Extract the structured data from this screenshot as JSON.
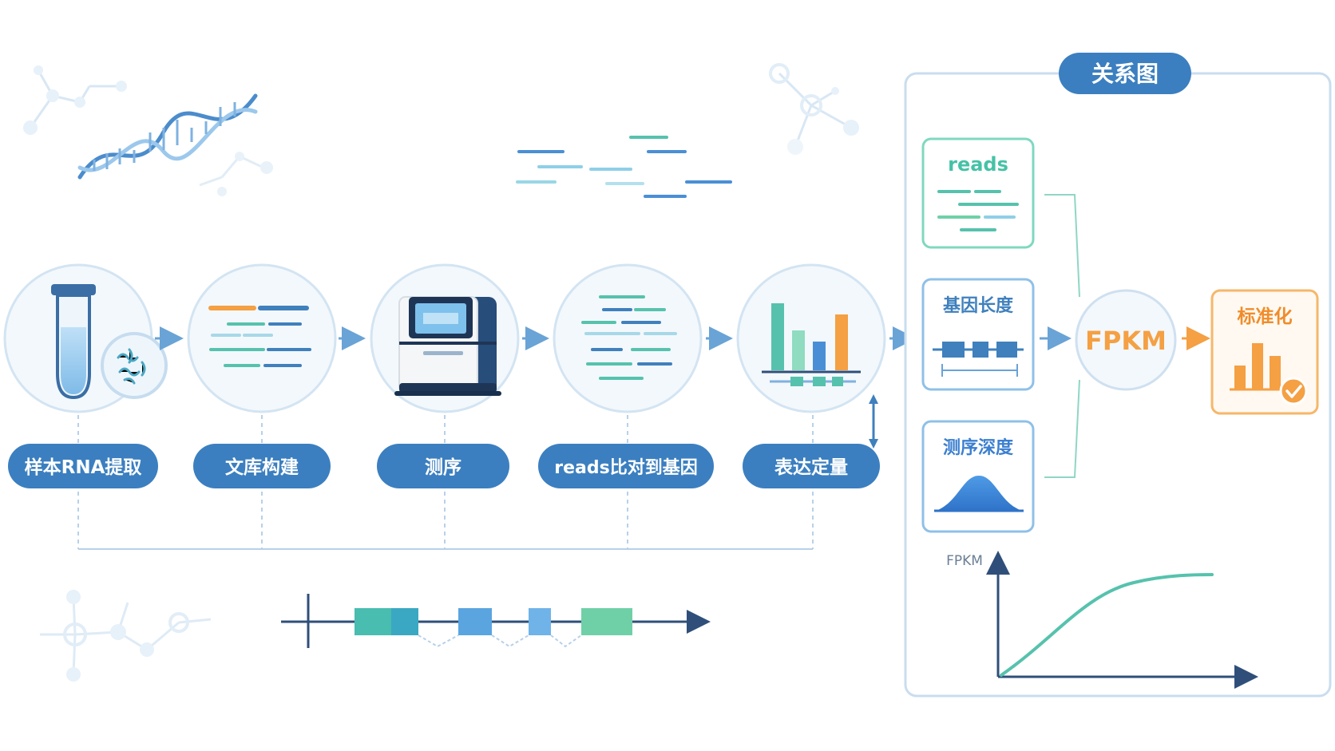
{
  "colors": {
    "primary": "#3f80bd",
    "pill": "#3b7fc0",
    "teal": "#56c2ad",
    "green": "#6fd0a8",
    "blue": "#4a8fd6",
    "orange": "#f4a043",
    "line": "#a9c8e6",
    "circle_fill": "#f3f8fc",
    "circle_stroke": "#d3e4f2"
  },
  "steps": [
    {
      "label": "样本RNA提取",
      "icon": "test-tube-icon"
    },
    {
      "label": "文库构建",
      "icon": "library-lines-icon"
    },
    {
      "label": "测序",
      "icon": "sequencer-icon"
    },
    {
      "label": "reads比对到基因",
      "icon": "aligned-reads-icon"
    },
    {
      "label": "表达定量",
      "icon": "bar-chart-icon"
    }
  ],
  "panel": {
    "title": "关系图",
    "inputs": [
      {
        "label": "reads",
        "color": "#45c2a6",
        "icon": "reads-lines-icon"
      },
      {
        "label": "基因长度",
        "color": "#3f80bd",
        "icon": "gene-length-icon"
      },
      {
        "label": "测序深度",
        "color": "#3b7fd0",
        "icon": "depth-curve-icon"
      }
    ],
    "center": "FPKM",
    "output": {
      "label": "标准化",
      "icon": "normalized-bar-check-icon"
    },
    "curve_ylabel": "FPKM"
  }
}
